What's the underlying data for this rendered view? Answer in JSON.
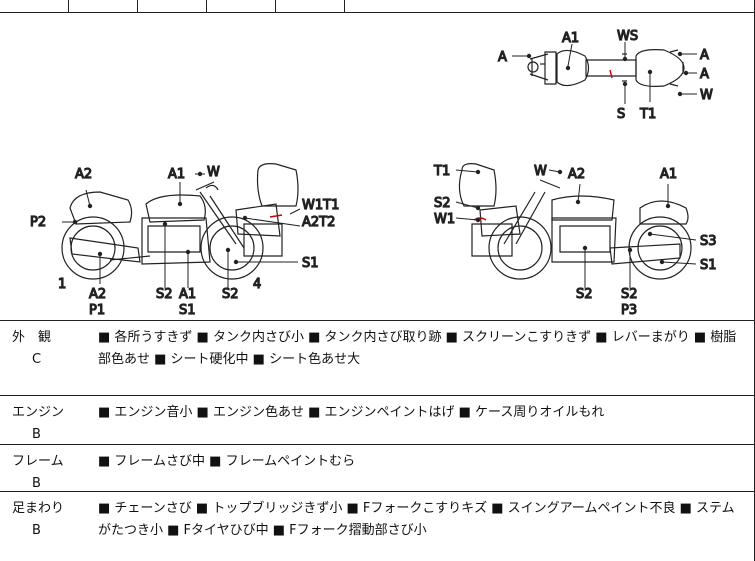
{
  "diagram": {
    "top_view": {
      "labels": [
        "A1",
        "WS",
        "A",
        "A",
        "A",
        "W",
        "S",
        "T1"
      ]
    },
    "left_view": {
      "labels": [
        "A2",
        "A1",
        "W",
        "W1T1",
        "A2T2",
        "P2",
        "S1",
        "1",
        "4",
        "A2",
        "P1",
        "S2",
        "A1",
        "S1",
        "S2"
      ]
    },
    "right_view": {
      "labels": [
        "T1",
        "W",
        "A2",
        "A1",
        "S2",
        "W1",
        "S3",
        "S1",
        "S2",
        "S2",
        "P3"
      ]
    }
  },
  "conditions": [
    {
      "category": "外　観",
      "grade": "C",
      "items": "■ 各所うすきず ■ タンク内さび小 ■ タンク内さび取り跡 ■ スクリーンこすりきず ■ レバーまがり ■ 樹脂部色あせ ■ シート硬化中 ■ シート色あせ大"
    },
    {
      "category": "エンジン",
      "grade": "B",
      "items": "■ エンジン音小 ■ エンジン色あせ ■ エンジンペイントはげ ■ ケース周りオイルもれ"
    },
    {
      "category": "フレーム",
      "grade": "B",
      "items": "■ フレームさび中 ■ フレームペイントむら"
    },
    {
      "category": "足まわり",
      "grade": "B",
      "items": "■ チェーンさび ■ トップブリッジきず小 ■ Fフォークこすりキズ ■ スイングアームペイント不良 ■ ステムがたつき小 ■ Fタイヤひび中 ■ Fフォーク摺動部さび小"
    }
  ]
}
